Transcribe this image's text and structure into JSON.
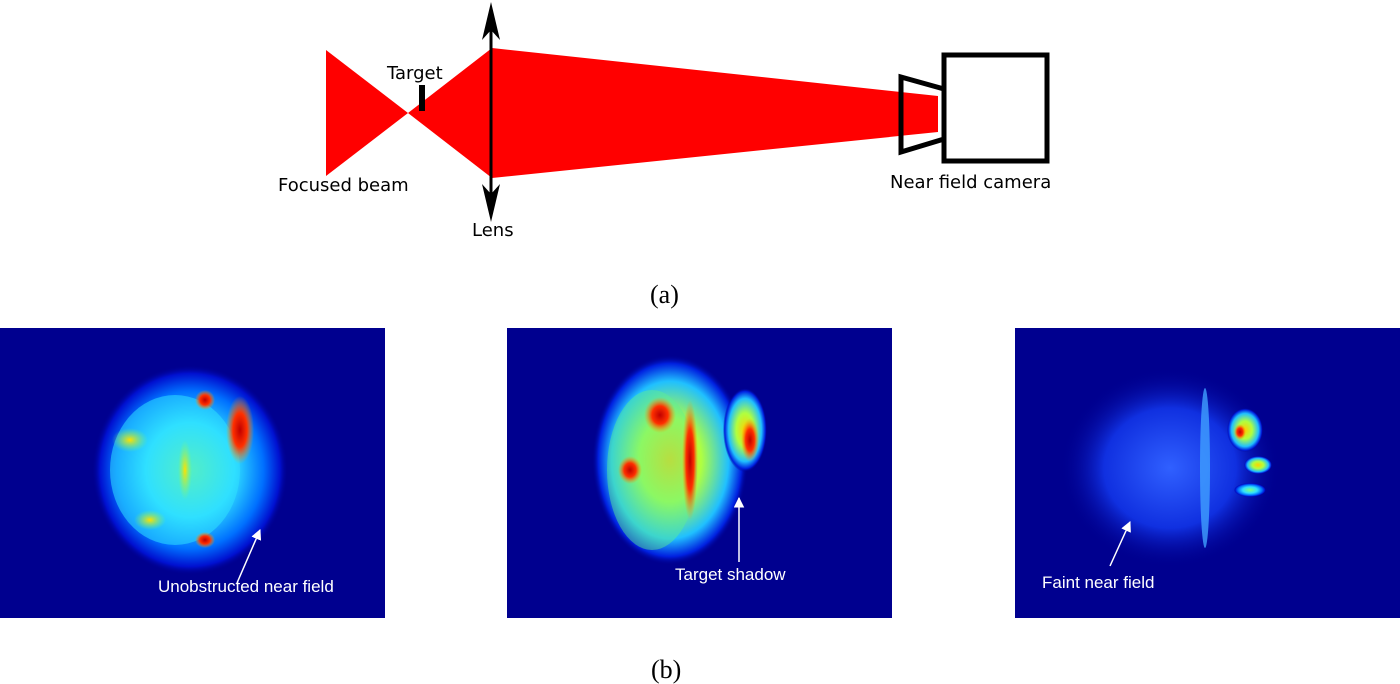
{
  "diagram": {
    "labels": {
      "target": "Target",
      "focused_beam": "Focused beam",
      "lens": "Lens",
      "camera": "Near field camera"
    },
    "caption": "(a)"
  },
  "panels": {
    "caption": "(b)",
    "items": [
      {
        "annotation": "Unobstructed near field"
      },
      {
        "annotation": "Target shadow"
      },
      {
        "annotation": "Faint near field"
      }
    ]
  },
  "colors": {
    "beam": "#ff0000",
    "background_field": "#00008f",
    "ink": "#000000",
    "annotation": "#ffffff"
  }
}
